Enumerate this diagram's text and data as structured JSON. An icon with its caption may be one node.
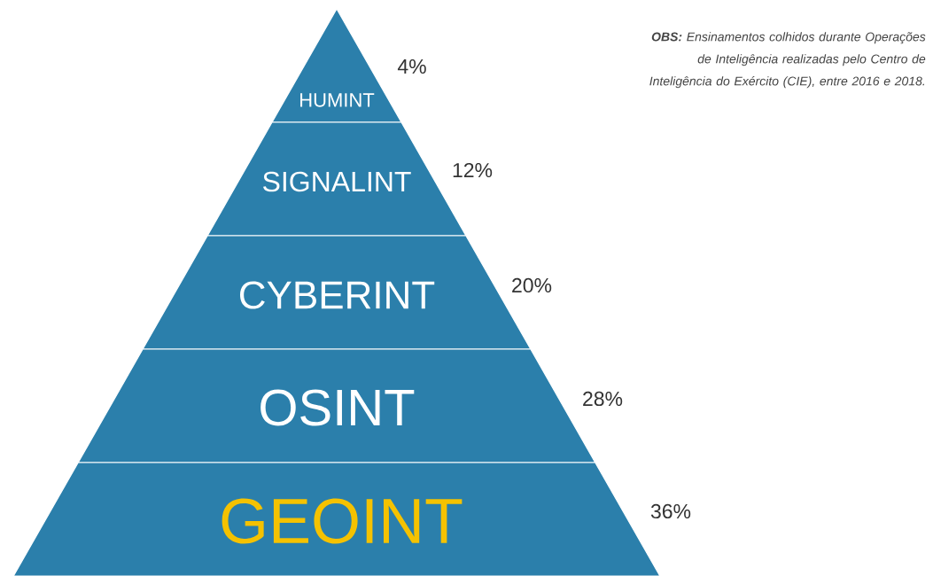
{
  "diagram": {
    "nodes": [
      {
        "text": [
          "HUMINT"
        ],
        "beside": [
          "4%"
        ]
      },
      {
        "text": [
          "SIGNALINT"
        ],
        "beside": [
          "12%"
        ]
      },
      {
        "text": [
          "CYBERINT"
        ],
        "beside": [
          "20%"
        ]
      },
      {
        "text": [
          "OSINT"
        ],
        "beside": [
          "28%"
        ]
      },
      {
        "text": [
          "GEOINT"
        ],
        "beside": [
          "36%"
        ]
      }
    ],
    "labels": [
      "**OBS:** Ensinamentos colhidos durante Operações de Inteligência realizadas pelo Centro de Inteligência do Exército (CIE), entre 2016 e 2018."
    ]
  }
}
